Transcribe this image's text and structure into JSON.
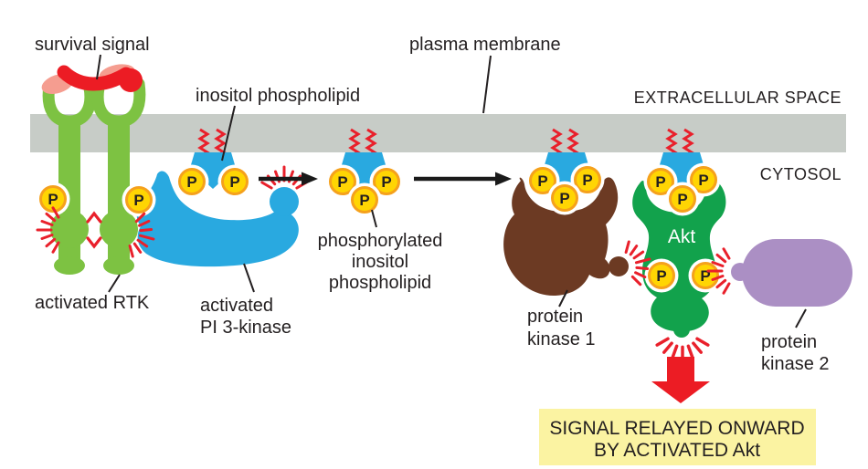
{
  "labels": {
    "survival_signal": "survival signal",
    "plasma_membrane": "plasma membrane",
    "inositol_phospholipid": "inositol phospholipid",
    "extracellular_space": "EXTRACELLULAR SPACE",
    "cytosol": "CYTOSOL",
    "activated_rtk": "activated RTK",
    "activated_pi3k": [
      "activated",
      "PI 3-kinase"
    ],
    "phosphorylated_lipid": [
      "phosphorylated",
      "inositol",
      "phospholipid"
    ],
    "protein_kinase_1": [
      "protein",
      "kinase 1"
    ],
    "akt": "Akt",
    "protein_kinase_2": [
      "protein",
      "kinase 2"
    ],
    "signal_box": [
      "SIGNAL RELAYED ONWARD",
      "BY ACTIVATED Akt"
    ],
    "phosphate": "P"
  },
  "colors": {
    "membrane_gray": "#C7CCC7",
    "receptor_green": "#7DC242",
    "signal_red": "#EC1C24",
    "ligand_pink": "#F59D90",
    "kinase_blue": "#29A9E0",
    "phosphate_yellow": "#FFD503",
    "phosphate_ring_orange": "#F5A11C",
    "protein_kinase1_brown": "#6C3A23",
    "akt_green": "#12A24C",
    "protein_kinase2_purple": "#AB8FC4",
    "signal_box_yellow": "#FBF3A2",
    "text_dark": "#231F20"
  }
}
